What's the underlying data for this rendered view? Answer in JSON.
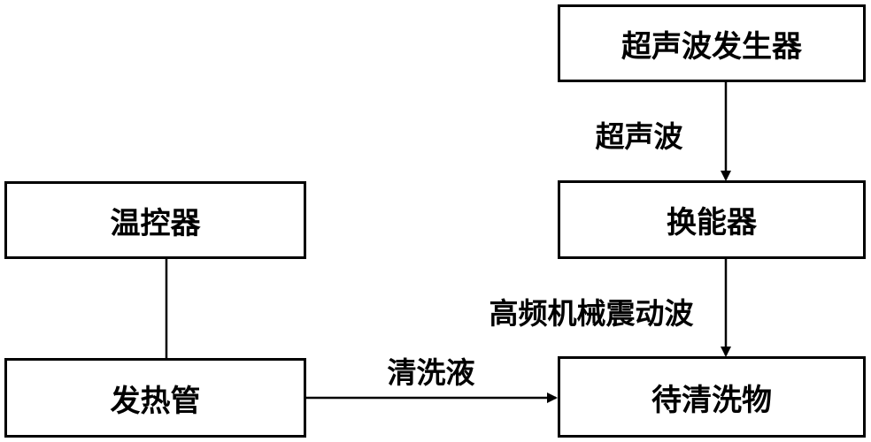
{
  "nodes": {
    "ultrasonic_generator": "超声波发生器",
    "transducer": "换能器",
    "object_to_clean": "待清洗物",
    "thermostat": "温控器",
    "heating_tube": "发热管"
  },
  "edges": {
    "generator_to_transducer": "超声波",
    "transducer_to_object": "高频机械震动波",
    "heater_to_object": "清洗液"
  }
}
